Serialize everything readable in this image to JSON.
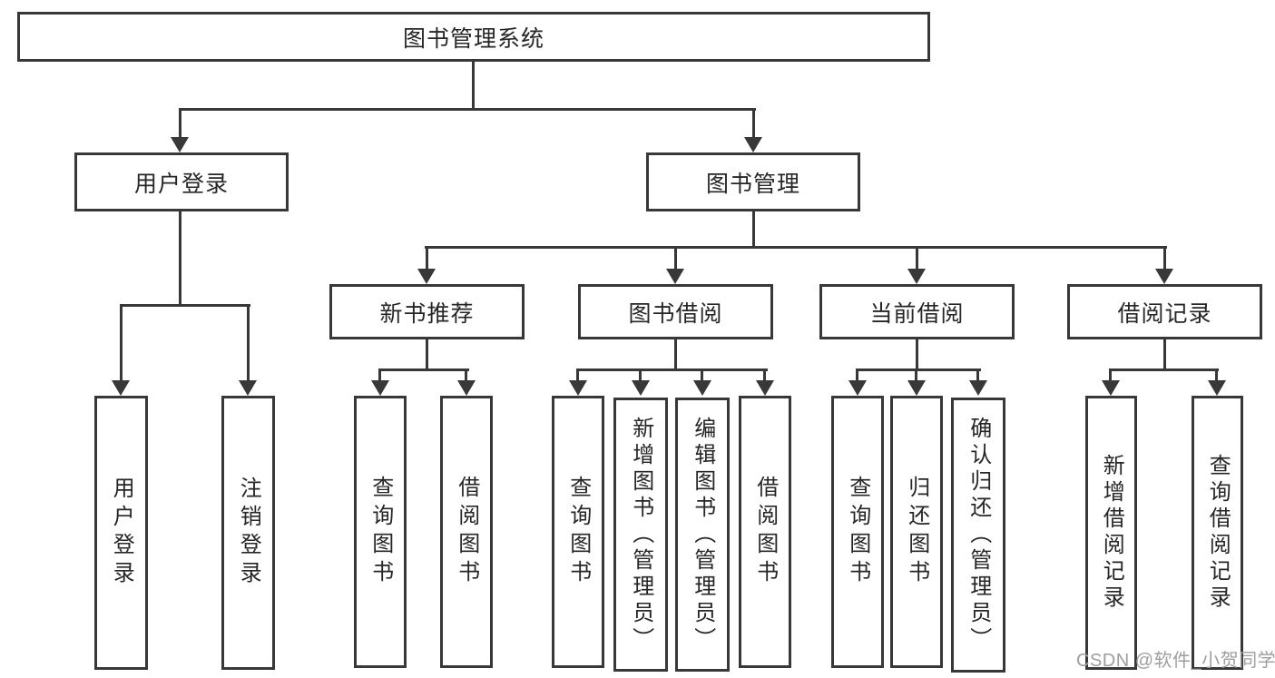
{
  "diagram": {
    "root": {
      "label": "图书管理系统"
    },
    "level1": [
      {
        "label": "用户登录"
      },
      {
        "label": "图书管理"
      }
    ],
    "level2": [
      {
        "label": "新书推荐"
      },
      {
        "label": "图书借阅"
      },
      {
        "label": "当前借阅"
      },
      {
        "label": "借阅记录"
      }
    ],
    "leaves": [
      {
        "label": "用户登录"
      },
      {
        "label": "注销登录"
      },
      {
        "label": "查询图书"
      },
      {
        "label": "借阅图书"
      },
      {
        "label": "查询图书"
      },
      {
        "label": "新增图书（管理员）"
      },
      {
        "label": "编辑图书（管理员）"
      },
      {
        "label": "借阅图书"
      },
      {
        "label": "查询图书"
      },
      {
        "label": "归还图书"
      },
      {
        "label": "确认归还（管理员）"
      },
      {
        "label": "新增借阅记录"
      },
      {
        "label": "查询借阅记录"
      }
    ]
  },
  "watermark": {
    "text": "CSDN @软件_小贺同学"
  },
  "colors": {
    "line": "#383838",
    "text": "#262626",
    "watermark": "#9e9e9e",
    "background": "#ffffff"
  }
}
